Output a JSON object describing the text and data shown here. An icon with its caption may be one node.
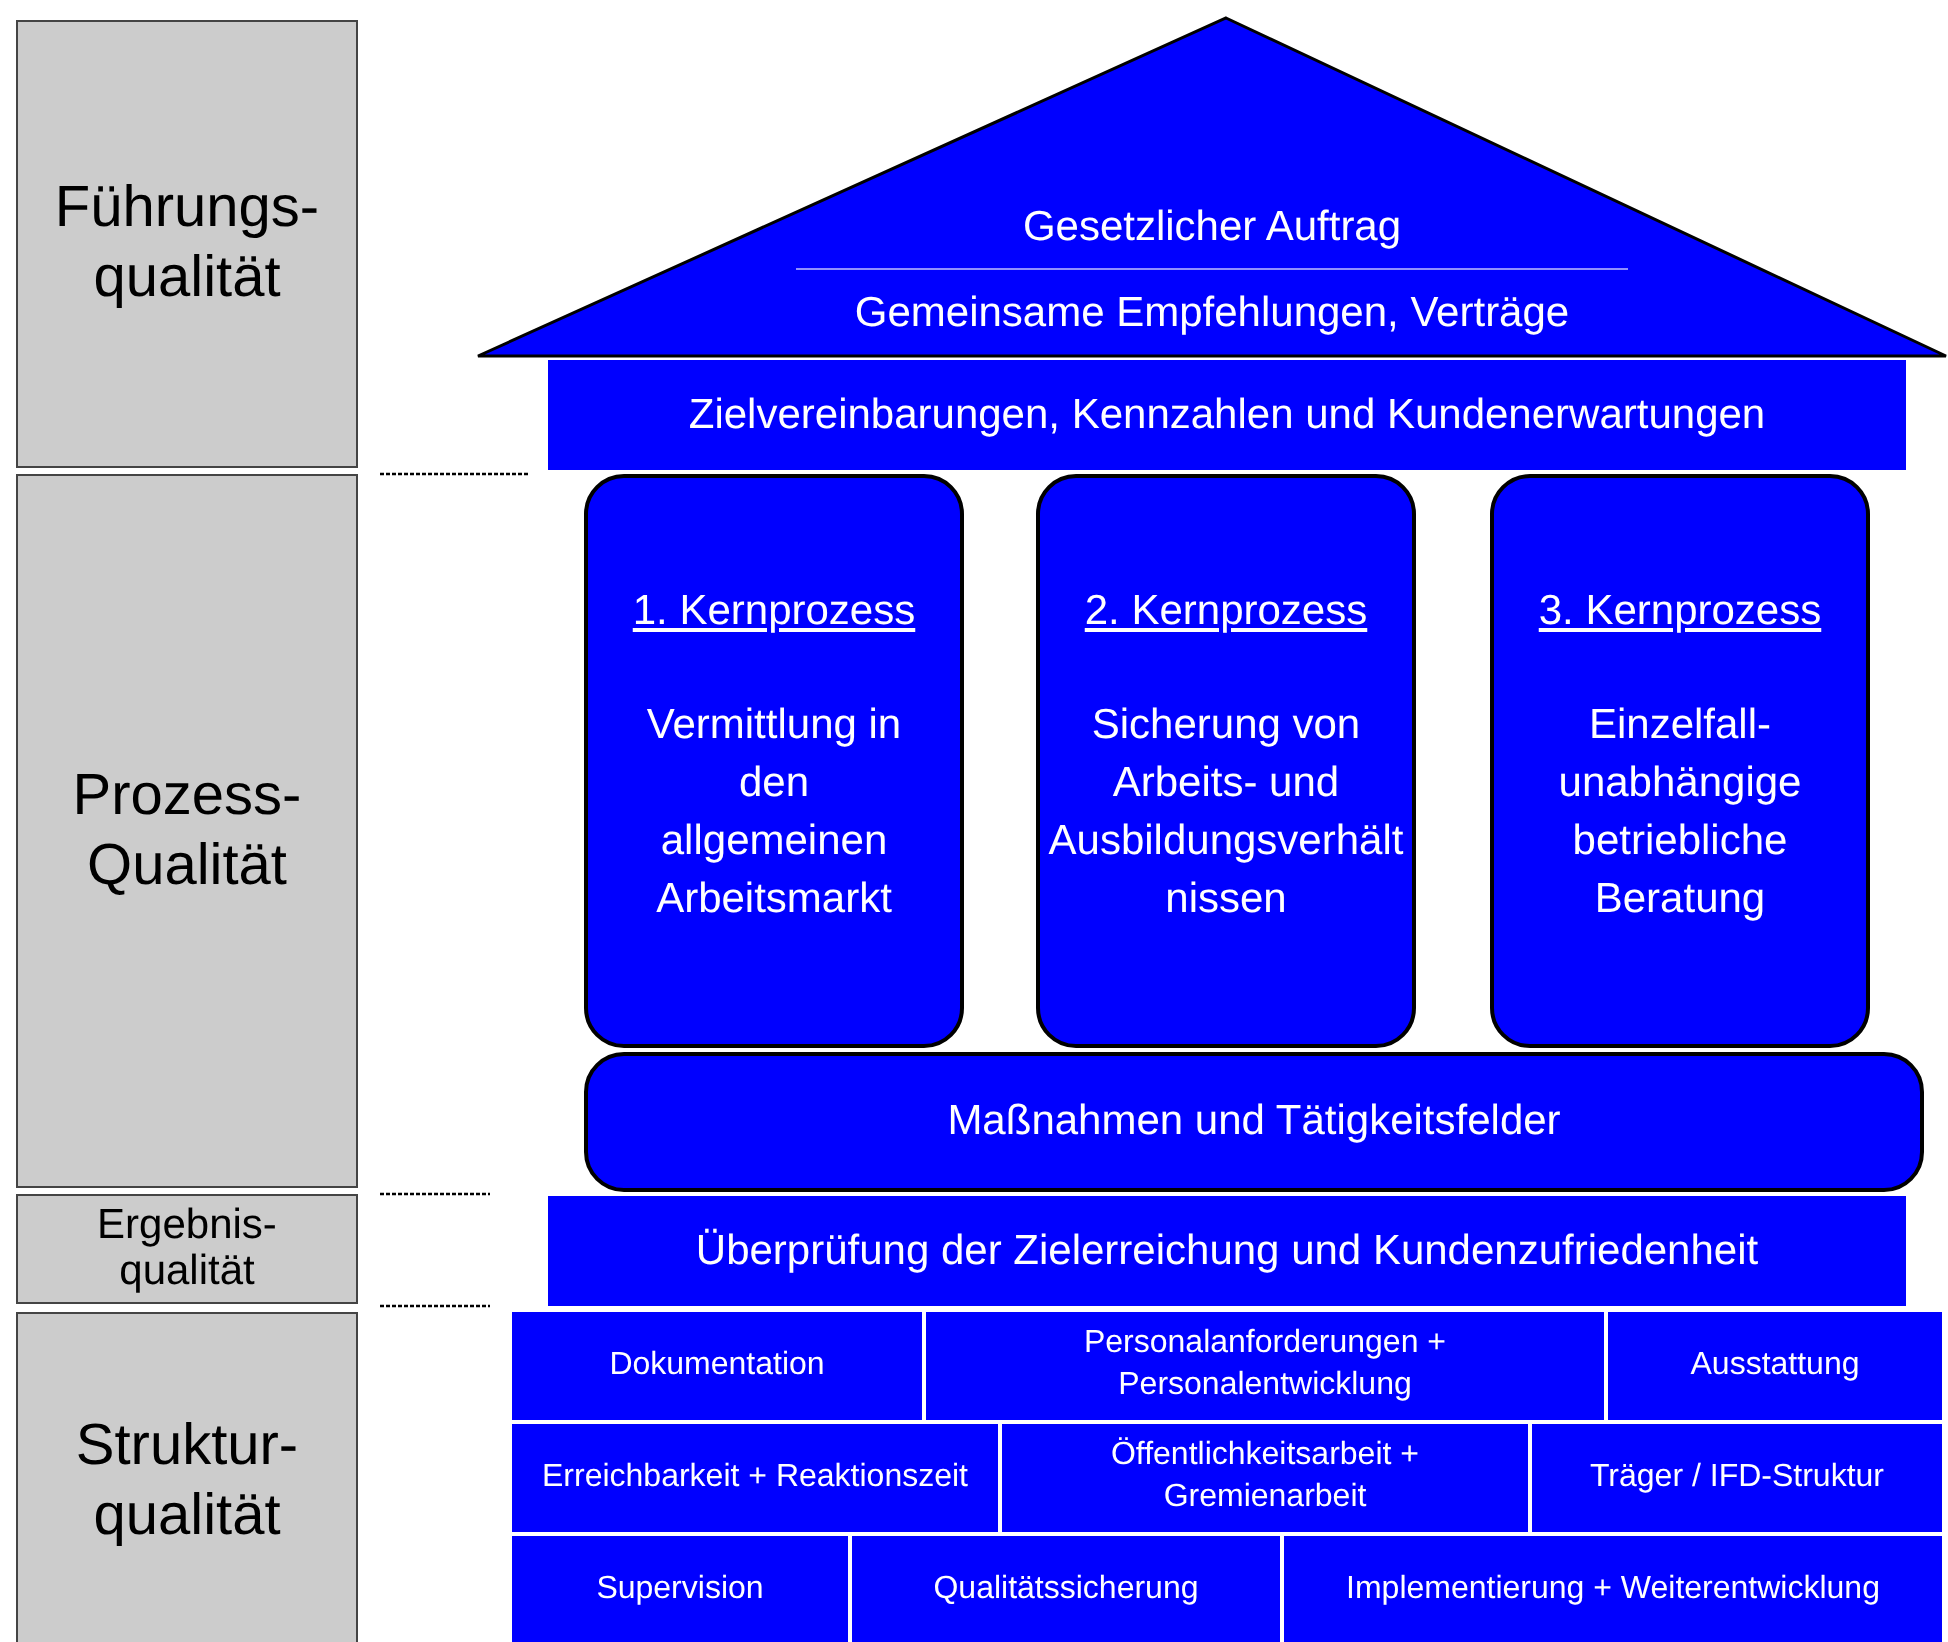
{
  "diagram": {
    "nodes": [
      {
        "text": [
          "Führungs- qualität"
        ]
      },
      {
        "text": [
          "Gesetzlicher Auftrag",
          "Gemeinsame Empfehlungen, Verträge"
        ]
      },
      {
        "text": [
          "Zielvereinbarungen, Kennzahlen und Kundenerwartungen"
        ]
      },
      {
        "text": [
          "Prozess- Qualität"
        ]
      },
      {
        "text": [
          "1. Kernprozess",
          "Vermittlung in den allgemeinen Arbeitsmarkt"
        ]
      },
      {
        "text": [
          "2. Kernprozess",
          "Sicherung von Arbeits- und Ausbildungsverhältnissen"
        ]
      },
      {
        "text": [
          "3. Kernprozess",
          "Einzelfall- unabhängige betriebliche Beratung"
        ]
      },
      {
        "text": [
          "Maßnahmen und Tätigkeitsfelder"
        ]
      },
      {
        "text": [
          "Ergebnis- qualität"
        ]
      },
      {
        "text": [
          "Überprüfung der Zielerreichung und Kundenzufriedenheit"
        ]
      },
      {
        "text": [
          "Struktur- qualität"
        ]
      },
      {
        "text": [
          "Dokumentation"
        ]
      },
      {
        "text": [
          "Personalanforderungen + Personalentwicklung"
        ]
      },
      {
        "text": [
          "Ausstattung"
        ]
      },
      {
        "text": [
          "Erreichbarkeit + Reaktionszeit"
        ]
      },
      {
        "text": [
          "Öffentlichkeitsarbeit + Gremienarbeit"
        ]
      },
      {
        "text": [
          "Träger / IFD-Struktur"
        ]
      },
      {
        "text": [
          "Supervision"
        ]
      },
      {
        "text": [
          "Qualitätssicherung"
        ]
      },
      {
        "text": [
          "Implementierung + Weiterentwicklung"
        ]
      }
    ]
  }
}
